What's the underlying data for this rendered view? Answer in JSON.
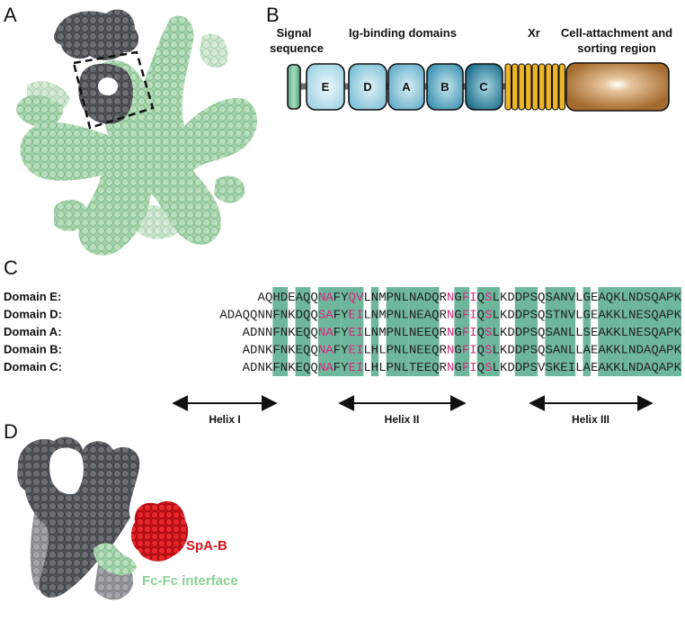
{
  "panels": {
    "a": "A",
    "b": "B",
    "c": "C",
    "d": "D"
  },
  "colors": {
    "bead_green": "#9fd0a6",
    "bead_gray": "#5a5d61",
    "highlight_teal": "#6fb79c",
    "magenta": "#d0287a",
    "gold": "#e9b120",
    "brown": "#b07a3c",
    "red": "#d9141b"
  },
  "panel_b": {
    "labels": {
      "signal_1": "Signal",
      "signal_2": "sequence",
      "ig": "Ig-binding domains",
      "xr": "Xr",
      "cell_1": "Cell-attachment and",
      "cell_2": "sorting region"
    },
    "domains": [
      "E",
      "D",
      "A",
      "B",
      "C"
    ]
  },
  "panel_c": {
    "rows": [
      {
        "label": "Domain E:",
        "seq": "AQHDEAQQNAFYQVLNMPNLNADQRNGFIQSLKDDPSQSANVLGEAQKLNDSQAPK"
      },
      {
        "label": "Domain D:",
        "seq": "ADAQQNNFNKDQQSAFYEILNMPNLNEAQRNGFIQSLKDDPSQSTNVLGEAKKLNESQAPK"
      },
      {
        "label": "Domain A:",
        "seq": "ADNNFNKEQQNAFYEILNMPNLNEEQRNGFIQSLKDDPSQSANLLSEAKKLNESQAPK"
      },
      {
        "label": "Domain B:",
        "seq": "ADNKFNKEQQNAFYEILHLPNLNEEQRNGFIQSLKDDPSQSANLLAEAKKLNDAQAPK"
      },
      {
        "label": "Domain C:",
        "seq": "ADNKFNKEQQNAFYEILHLPNLTEEQRNGFIQSLKDDPSVSKEILAEAKKLNDAQAPK"
      }
    ],
    "helices": [
      "Helix I",
      "Helix II",
      "Helix III"
    ]
  },
  "panel_d": {
    "spa_b": "SpA-B",
    "fc_interface": "Fc-Fc interface"
  }
}
